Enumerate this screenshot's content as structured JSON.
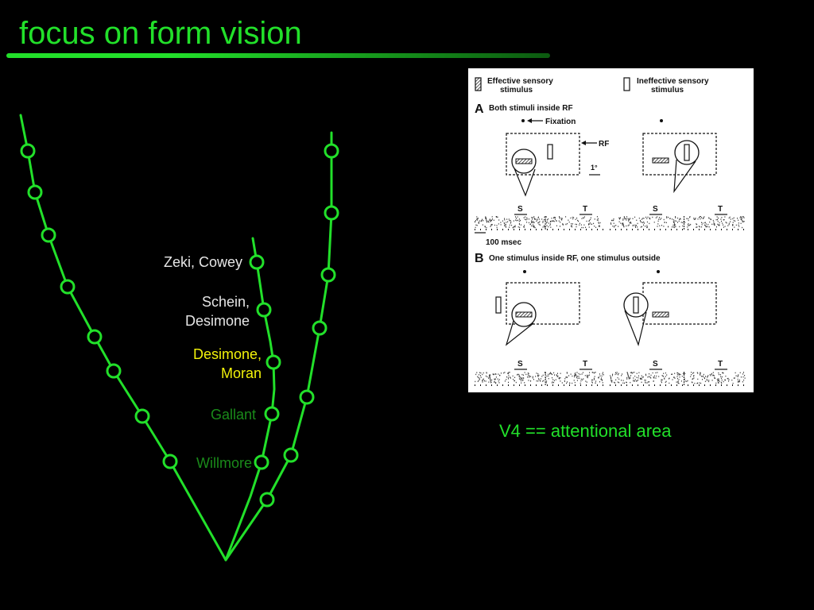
{
  "slide": {
    "title": "focus on form vision",
    "caption": "V4 == attentional area"
  },
  "colors": {
    "background": "#000000",
    "accent": "#22e02a",
    "white_label": "#e6e6e6",
    "yellow_label": "#f2f20a",
    "dim_green_label": "#1a8a1a"
  },
  "tree_labels": {
    "zeki": "Zeki, Cowey",
    "schein_1": "Schein,",
    "schein_2": "Desimone",
    "desimone_1": "Desimone,",
    "desimone_2": "Moran",
    "gallant": "Gallant",
    "willmore": "Willmore"
  },
  "figure": {
    "legend_effective_1": "Effective sensory",
    "legend_effective_2": "stimulus",
    "legend_ineffective_1": "Ineffective sensory",
    "legend_ineffective_2": "stimulus",
    "panel_a_letter": "A",
    "panel_a_title": "Both stimuli inside RF",
    "fixation": "Fixation",
    "rf": "RF",
    "degree": "1°",
    "s": "S",
    "t": "T",
    "time_scale": "100 msec",
    "panel_b_letter": "B",
    "panel_b_title": "One stimulus inside RF, one stimulus outside"
  }
}
